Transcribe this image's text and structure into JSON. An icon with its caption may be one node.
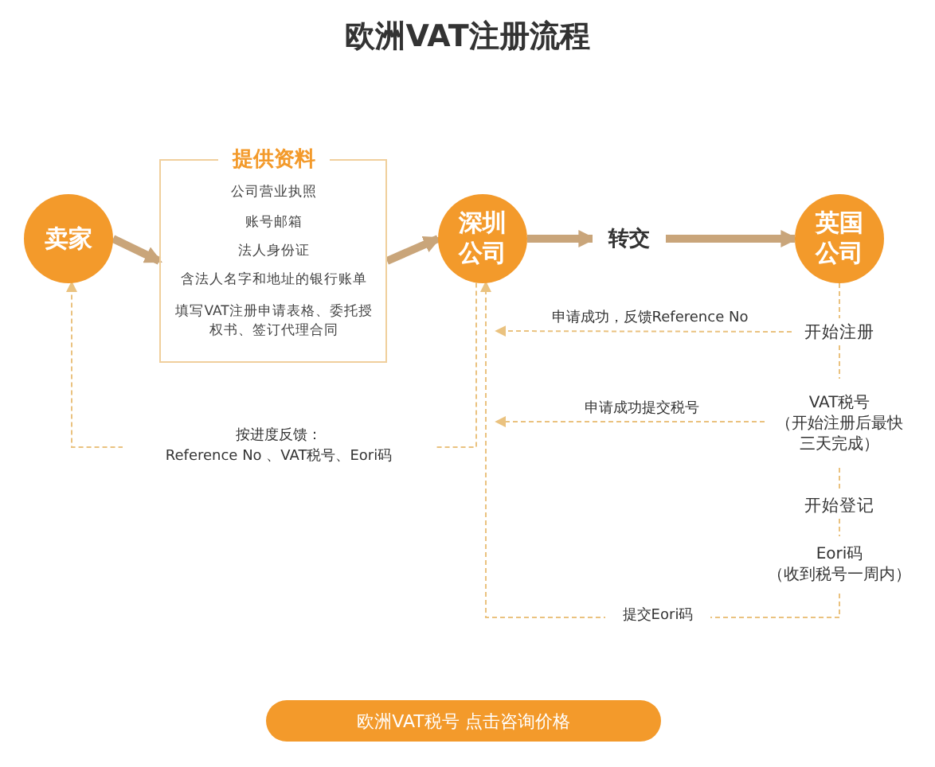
{
  "diagram": {
    "title": "欧洲VAT注册流程",
    "nodes": [
      {
        "text": [
          "卖家"
        ]
      },
      {
        "text": [
          "提供资料",
          "公司营业执照",
          "账号邮箱",
          "法人身份证",
          "含法人名字和地址的银行账单",
          "填写VAT注册申请表格、委托授权书、签订代理合同"
        ]
      },
      {
        "text": [
          "深圳公司"
        ]
      },
      {
        "text": [
          "转交"
        ]
      },
      {
        "text": [
          "英国公司"
        ]
      },
      {
        "text": [
          "开始注册"
        ]
      },
      {
        "text": [
          "VAT税号",
          "（开始注册后最快三天完成）"
        ]
      },
      {
        "text": [
          "开始登记"
        ]
      },
      {
        "text": [
          "Eori码",
          "（收到税号一周内）"
        ]
      },
      {
        "text": [
          "欧洲VAT税号 点击咨询价格"
        ]
      }
    ],
    "edges": [
      {
        "from": 0,
        "to": 1,
        "arrow": "to",
        "style": "thick"
      },
      {
        "from": 1,
        "to": 2,
        "arrow": "to",
        "style": "thick"
      },
      {
        "from": 2,
        "to": 3,
        "arrow": "to",
        "style": "thick"
      },
      {
        "from": 3,
        "to": 4,
        "arrow": "to",
        "style": "thick"
      },
      {
        "from": 4,
        "to": 5,
        "arrow": "none",
        "style": "dashed"
      },
      {
        "from": 5,
        "to": 6,
        "arrow": "none",
        "style": "dashed"
      },
      {
        "from": 6,
        "to": 7,
        "arrow": "none",
        "style": "dashed"
      },
      {
        "from": 7,
        "to": 8,
        "arrow": "none",
        "style": "dashed"
      },
      {
        "from": 5,
        "to": null,
        "arrow": "to",
        "style": "dashed",
        "label": "申请成功，反馈Reference No"
      },
      {
        "from": 6,
        "to": null,
        "arrow": "to",
        "style": "dashed",
        "label": "申请成功提交税号"
      },
      {
        "from": 8,
        "to": 2,
        "arrow": "to",
        "style": "dashed",
        "label": "提交Eori码"
      },
      {
        "from": 2,
        "to": 0,
        "arrow": "to",
        "style": "dashed",
        "label": "按进度反馈： Reference No 、VAT税号、Eori码"
      }
    ]
  }
}
